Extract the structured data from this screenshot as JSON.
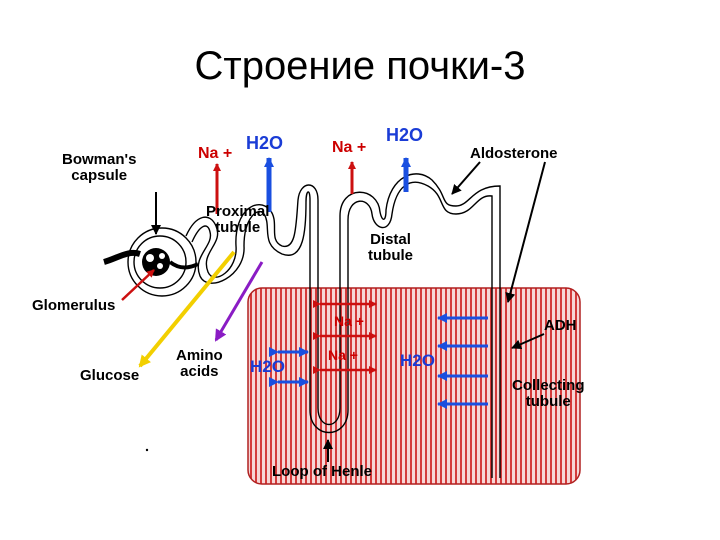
{
  "title": "Строение почки-3",
  "colors": {
    "na_arrow": "#cc1010",
    "water_arrow": "#1a4fe0",
    "glucose_arrow": "#f2cf00",
    "amino_arrow": "#8a1cc4",
    "medulla": "#d43a3a"
  },
  "labels": {
    "bowmans_capsule": [
      "Bowman's",
      "capsule"
    ],
    "proximal_tubule": [
      "Proximal",
      "tubule"
    ],
    "distal_tubule": [
      "Distal",
      "tubule"
    ],
    "aldosterone": "Aldosterone",
    "glomerulus": "Glomerulus",
    "glucose": "Glucose",
    "amino_acids": [
      "Amino",
      "acids"
    ],
    "adh": "ADH",
    "collecting_tubule": [
      "Collecting",
      "tubule"
    ],
    "loop_of_henle": "Loop of Henle",
    "na_top_left": "Na +",
    "h2o_top_left": "H2O",
    "na_top_right": "Na +",
    "h2o_top_right": "H2O",
    "na_medulla_upper": "Na +",
    "na_medulla_lower": "Na +",
    "h2o_loop": "H2O",
    "h2o_collecting": "H2O"
  }
}
